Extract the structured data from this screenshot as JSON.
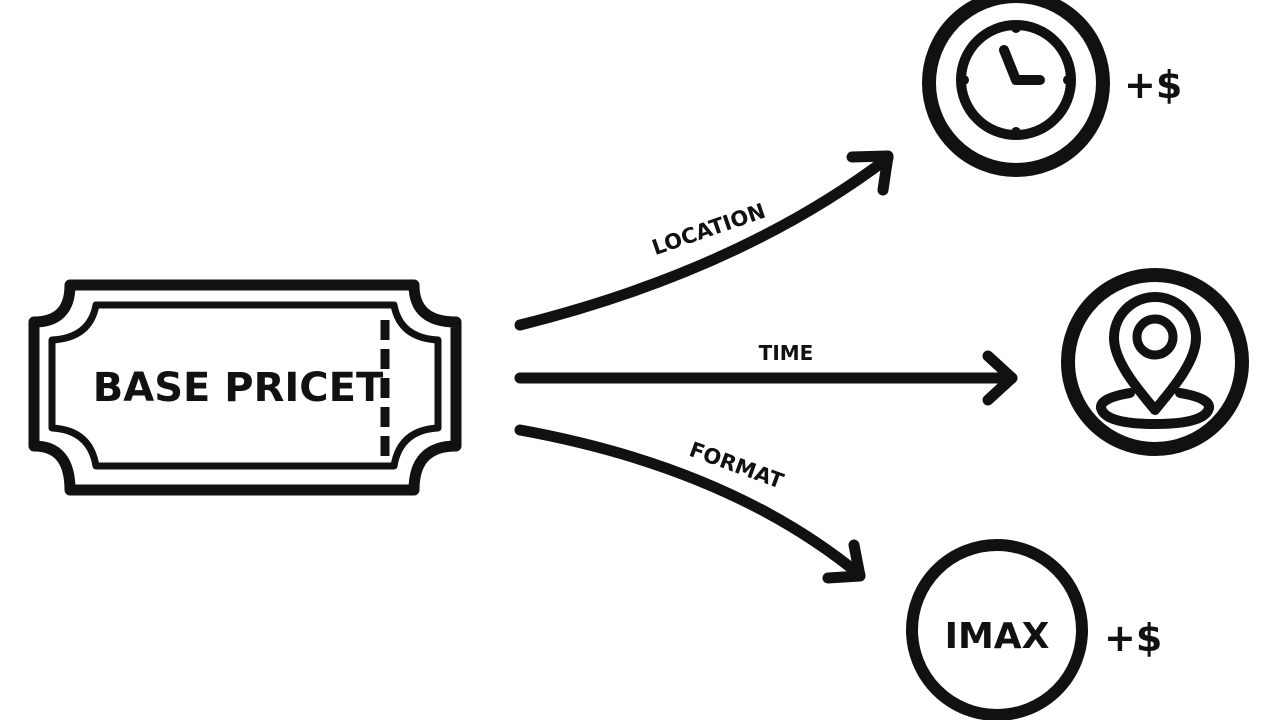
{
  "ticket": {
    "label": "BASE PRICET"
  },
  "arrows": {
    "top_label": "LOCATION",
    "middle_label": "TIME",
    "bottom_label": "FORMAT"
  },
  "outcomes": {
    "top_surcharge": "+$",
    "format_badge": "IMAX",
    "bottom_surcharge": "+$"
  },
  "icons": {
    "ticket": "ticket-icon",
    "top": "clock-icon",
    "middle": "location-pin-icon",
    "bottom": "imax-badge-icon"
  },
  "colors": {
    "ink": "#111111",
    "background": "#ffffff"
  }
}
